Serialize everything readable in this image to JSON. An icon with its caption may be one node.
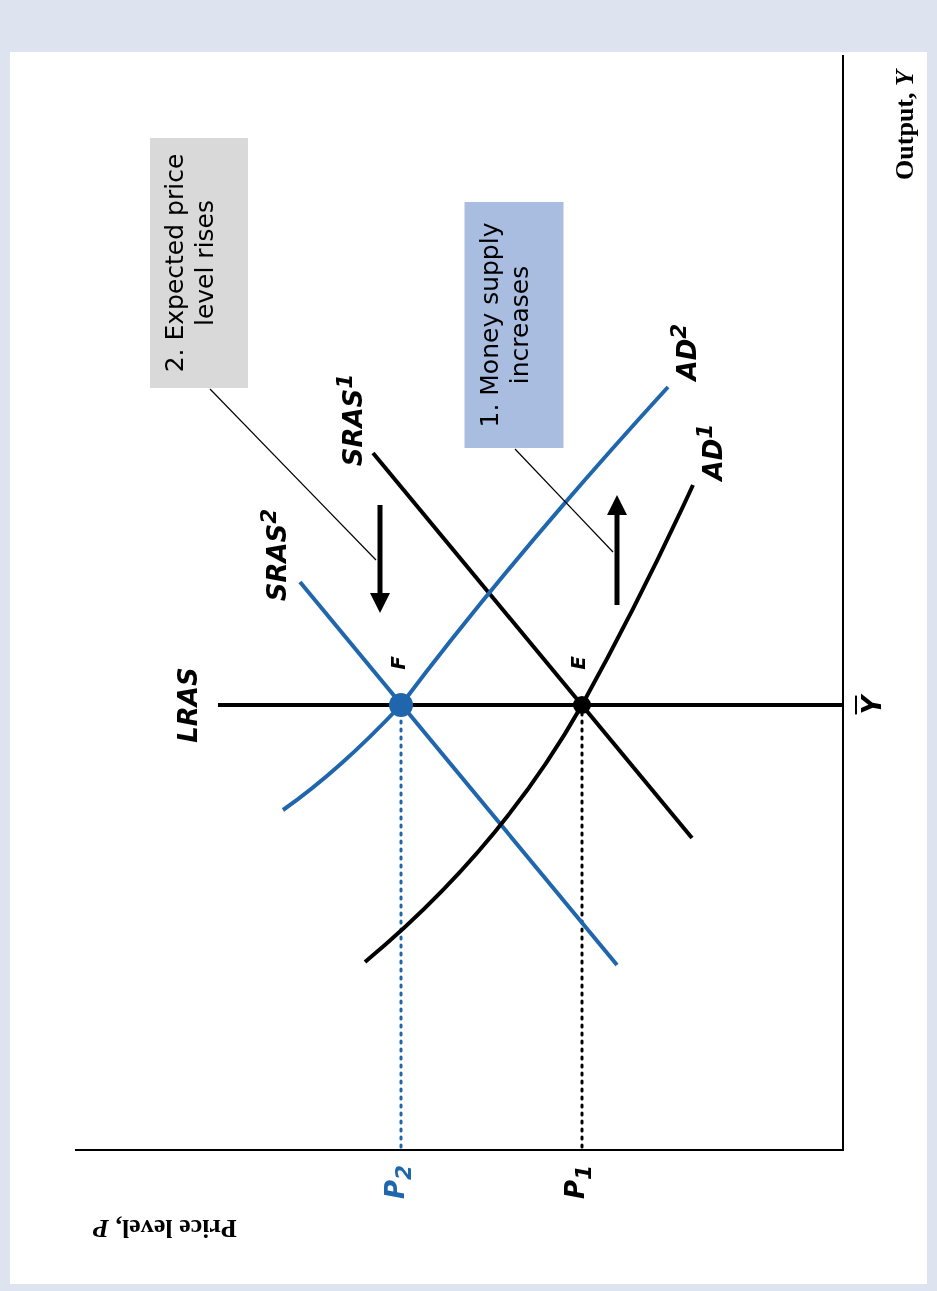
{
  "diagram": {
    "nodes": [
      {
        "text": [
          "1. Money supply increases"
        ]
      },
      {
        "text": [
          "2. Expected price level rises"
        ]
      },
      {
        "text": [],
        "shape": "arrow"
      },
      {
        "text": [],
        "shape": "arrow"
      }
    ],
    "edges": [
      {
        "from": 0,
        "to": 3,
        "arrow": "none"
      },
      {
        "from": 1,
        "to": 2,
        "arrow": "none"
      }
    ],
    "labels": [
      "Price level, *P*",
      "Output, *Y*",
      "LRAS",
      "SRAS$^{2}$",
      "SRAS$^{1}$",
      "AD$^{2}$",
      "AD$^{1}$",
      "F",
      "E",
      "P$_{2}$",
      "P$_{1}$",
      "Y"
    ]
  }
}
